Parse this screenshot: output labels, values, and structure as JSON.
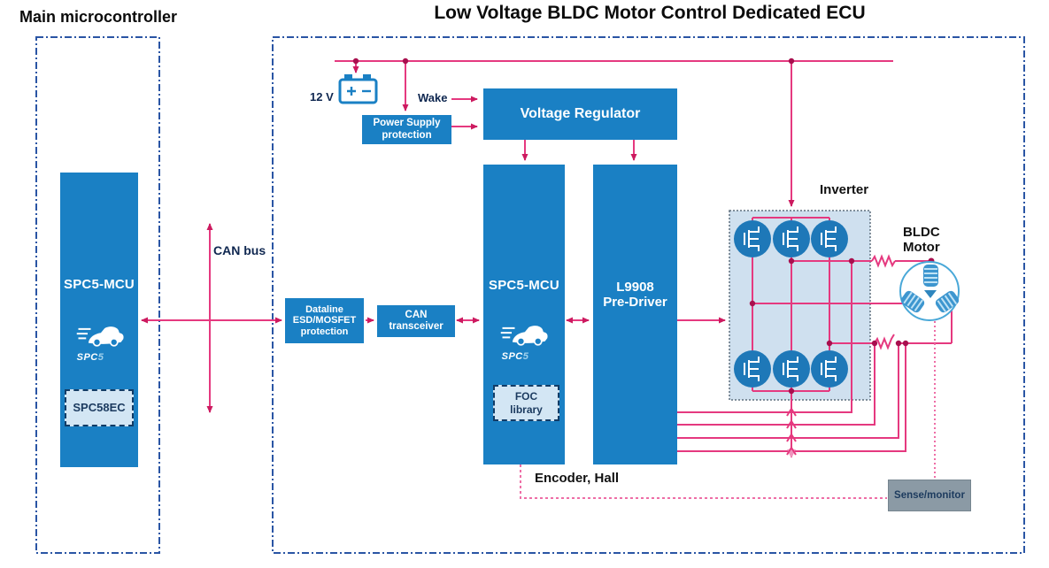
{
  "titles": {
    "main_microcontroller": "Main microcontroller",
    "ecu": "Low Voltage BLDC Motor Control Dedicated ECU"
  },
  "labels": {
    "battery": "12 V",
    "wake": "Wake",
    "can_bus": "CAN bus",
    "inverter": "Inverter",
    "encoder_hall": "Encoder, Hall",
    "motor": {
      "lines": [
        "BLDC",
        "Motor"
      ]
    }
  },
  "blocks": {
    "main_mcu": {
      "title": "SPC5-MCU",
      "logo": {
        "prefix": "SPC",
        "suffix": "5"
      },
      "sub": "SPC58EC"
    },
    "power_supply_protection": {
      "lines": [
        "Power Supply",
        "protection"
      ]
    },
    "voltage_regulator": {
      "title": "Voltage Regulator"
    },
    "dataline_protection": {
      "lines": [
        "Dataline",
        "ESD/MOSFET",
        "protection"
      ]
    },
    "can_transceiver": {
      "lines": [
        "CAN",
        "transceiver"
      ]
    },
    "ecu_mcu": {
      "title": "SPC5-MCU",
      "logo": {
        "prefix": "SPC",
        "suffix": "5"
      },
      "foc": {
        "lines": [
          "FOC",
          "library"
        ]
      }
    },
    "predriver": {
      "lines": [
        "L9908",
        "Pre-Driver"
      ]
    },
    "sense_monitor": {
      "title": "Sense/monitor"
    }
  },
  "colors": {
    "block_blue": "#1a80c4",
    "fet_blue": "#1e78b8",
    "wire_pink": "#e5397f",
    "arrow_crimson": "#cc1a5f",
    "junction_dot": "#a80f4e",
    "ground_pink": "#ef93bc",
    "container_dash_navy": "#2a55a4",
    "inverter_fill": "#cfe0ef",
    "inverter_border_gray": "#5f6f7d",
    "label_navy": "#0f2750",
    "subbox_fill": "#d3e6f4",
    "sense_gray": "#8b9aa5",
    "motor_ring_blue": "#49a8d8"
  }
}
